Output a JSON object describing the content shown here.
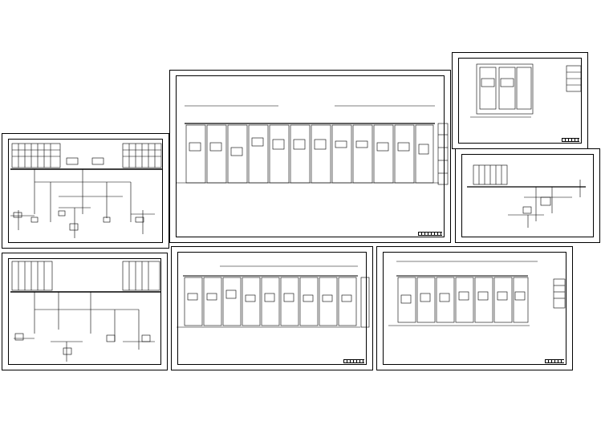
{
  "canvas": {
    "background": "#ffffff",
    "line_color": "#000000"
  },
  "drawing": {
    "sheets": [
      {
        "id": "sheet-1",
        "type": "single-line-diagram",
        "feeder_groups": 2
      },
      {
        "id": "sheet-2",
        "type": "switchgear-elevation",
        "bus_labels": [
          "",
          ""
        ],
        "panel_count": 13
      },
      {
        "id": "sheet-3",
        "type": "switchgear-elevation",
        "bus_labels": [
          ""
        ],
        "panel_count": 3
      },
      {
        "id": "sheet-4",
        "type": "single-line-diagram",
        "feeder_groups": 2
      },
      {
        "id": "sheet-5",
        "type": "single-line-diagram",
        "feeder_groups": 1
      },
      {
        "id": "sheet-6",
        "type": "switchgear-elevation",
        "bus_labels": [
          ""
        ],
        "panel_count": 10
      },
      {
        "id": "sheet-7",
        "type": "switchgear-elevation",
        "bus_labels": [
          ""
        ],
        "panel_count": 8
      }
    ]
  }
}
